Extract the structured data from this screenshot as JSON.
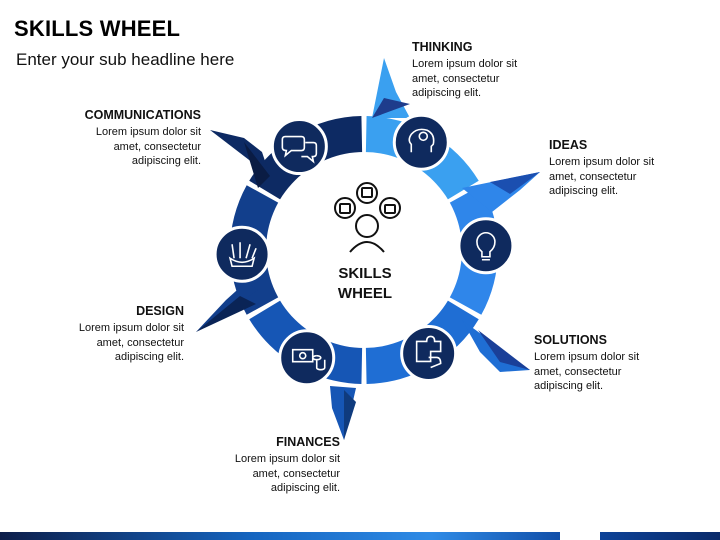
{
  "title": "SKILLS WHEEL",
  "subtitle": "Enter your sub headline here",
  "center": {
    "label": "SKILLS\nWHEEL",
    "icon": "person-with-ideas-icon"
  },
  "segments": [
    {
      "heading": "THINKING",
      "text": "Lorem ipsum dolor sit\namet, consectetur\nadipiscing elit.",
      "icon": "brain-gear-icon",
      "color": "#3aa0f0"
    },
    {
      "heading": "IDEAS",
      "text": "Lorem ipsum dolor sit\namet, consectetur\nadipiscing elit.",
      "icon": "lightbulb-icon",
      "color": "#2f86ea"
    },
    {
      "heading": "SOLUTIONS",
      "text": "Lorem ipsum dolor sit\namet, consectetur\nadipiscing elit.",
      "icon": "puzzle-hand-icon",
      "color": "#1f6ed4"
    },
    {
      "heading": "FINANCES",
      "text": "Lorem ipsum dolor sit\namet, consectetur\nadipiscing elit.",
      "icon": "money-coins-icon",
      "color": "#1656b5"
    },
    {
      "heading": "DESIGN",
      "text": "Lorem ipsum dolor sit\namet, consectetur\nadipiscing elit.",
      "icon": "pencils-cup-icon",
      "color": "#123f8c"
    },
    {
      "heading": "COMMUNICATIONS",
      "text": "Lorem ipsum dolor sit\namet, consectetur\nadipiscing elit.",
      "icon": "chat-bubbles-icon",
      "color": "#0d2a63"
    }
  ]
}
